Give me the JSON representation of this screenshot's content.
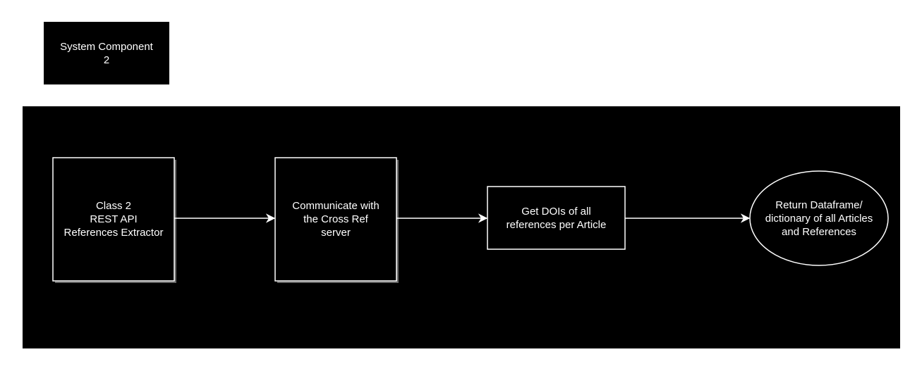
{
  "header_label": "System Component\n2",
  "nodes": [
    {
      "id": "class2",
      "shape": "rectangle",
      "text": "Class 2\nREST API\nReferences Extractor"
    },
    {
      "id": "crossref",
      "shape": "rectangle",
      "text": "Communicate with\nthe Cross Ref\nserver"
    },
    {
      "id": "dois",
      "shape": "rectangle",
      "text": "Get DOIs of all\nreferences per Article"
    },
    {
      "id": "return",
      "shape": "ellipse",
      "text": "Return Dataframe/\ndictionary of all Articles\nand References"
    }
  ],
  "edges": [
    {
      "from": "class2",
      "to": "crossref"
    },
    {
      "from": "crossref",
      "to": "dois"
    },
    {
      "from": "dois",
      "to": "return"
    }
  ],
  "colors": {
    "background": "#000000",
    "stroke": "#ffffff",
    "text": "#ffffff",
    "shadow": "#666666"
  }
}
